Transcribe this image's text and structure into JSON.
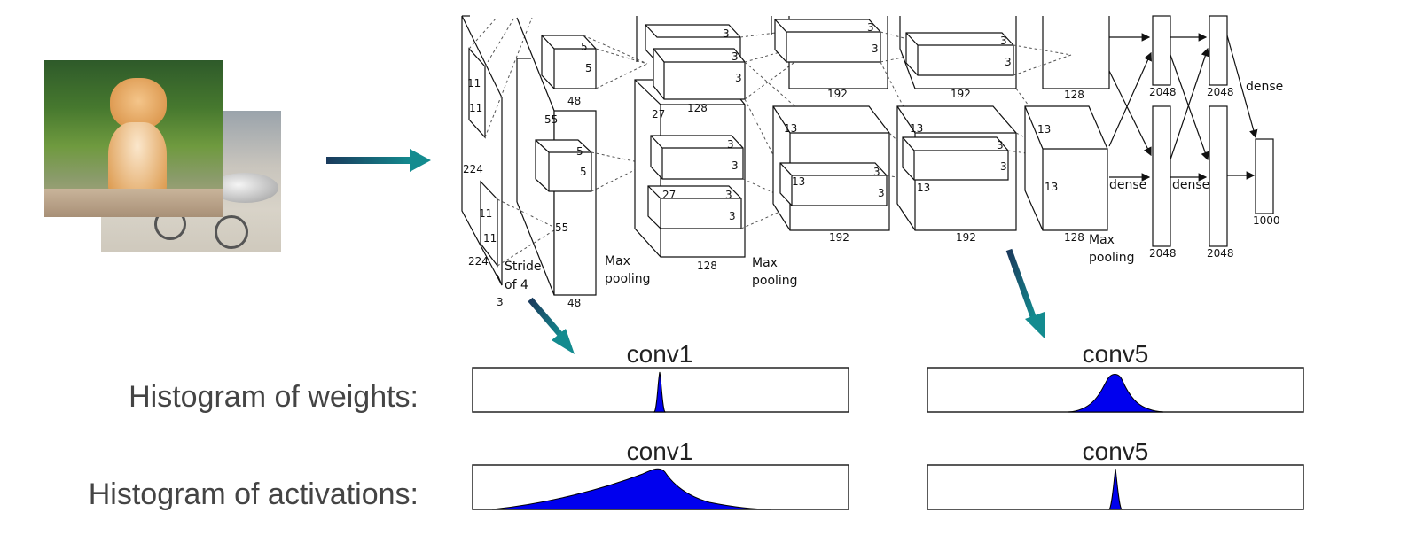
{
  "colors": {
    "arrow_gradient_start": "#1a3a5c",
    "arrow_gradient_end": "#138b8f",
    "histogram_fill": "#0000ee",
    "row_label": "#444444"
  },
  "network_labels": {
    "input_size": "224",
    "input_size_2": "224",
    "input_depth": "3",
    "kernel_11a": "11",
    "kernel_11b": "11",
    "kernel_11c": "11",
    "kernel_11d": "11",
    "stride": "Stride of 4",
    "conv1_size_a": "55",
    "conv1_size_b": "55",
    "conv1_depth": "48",
    "conv1_depth_b": "48",
    "k5a": "5",
    "k5b": "5",
    "k5c": "5",
    "k5d": "5",
    "pool1": "Max pooling",
    "conv2_size_a": "27",
    "conv2_size_b": "27",
    "conv2_depth_a": "128",
    "conv2_depth_b": "128",
    "k3": "3",
    "pool2": "Max pooling",
    "conv3_size": "13",
    "conv3_depth": "192",
    "conv4_depth": "192",
    "conv5_depth": "128",
    "pool3": "Max pooling",
    "dense": "dense",
    "fc6": "2048",
    "fc7": "2048",
    "output": "1000"
  },
  "histograms": {
    "weights_label": "Histogram of weights:",
    "activations_label": "Histogram of activations:",
    "conv1_title": "conv1",
    "conv5_title": "conv5"
  }
}
